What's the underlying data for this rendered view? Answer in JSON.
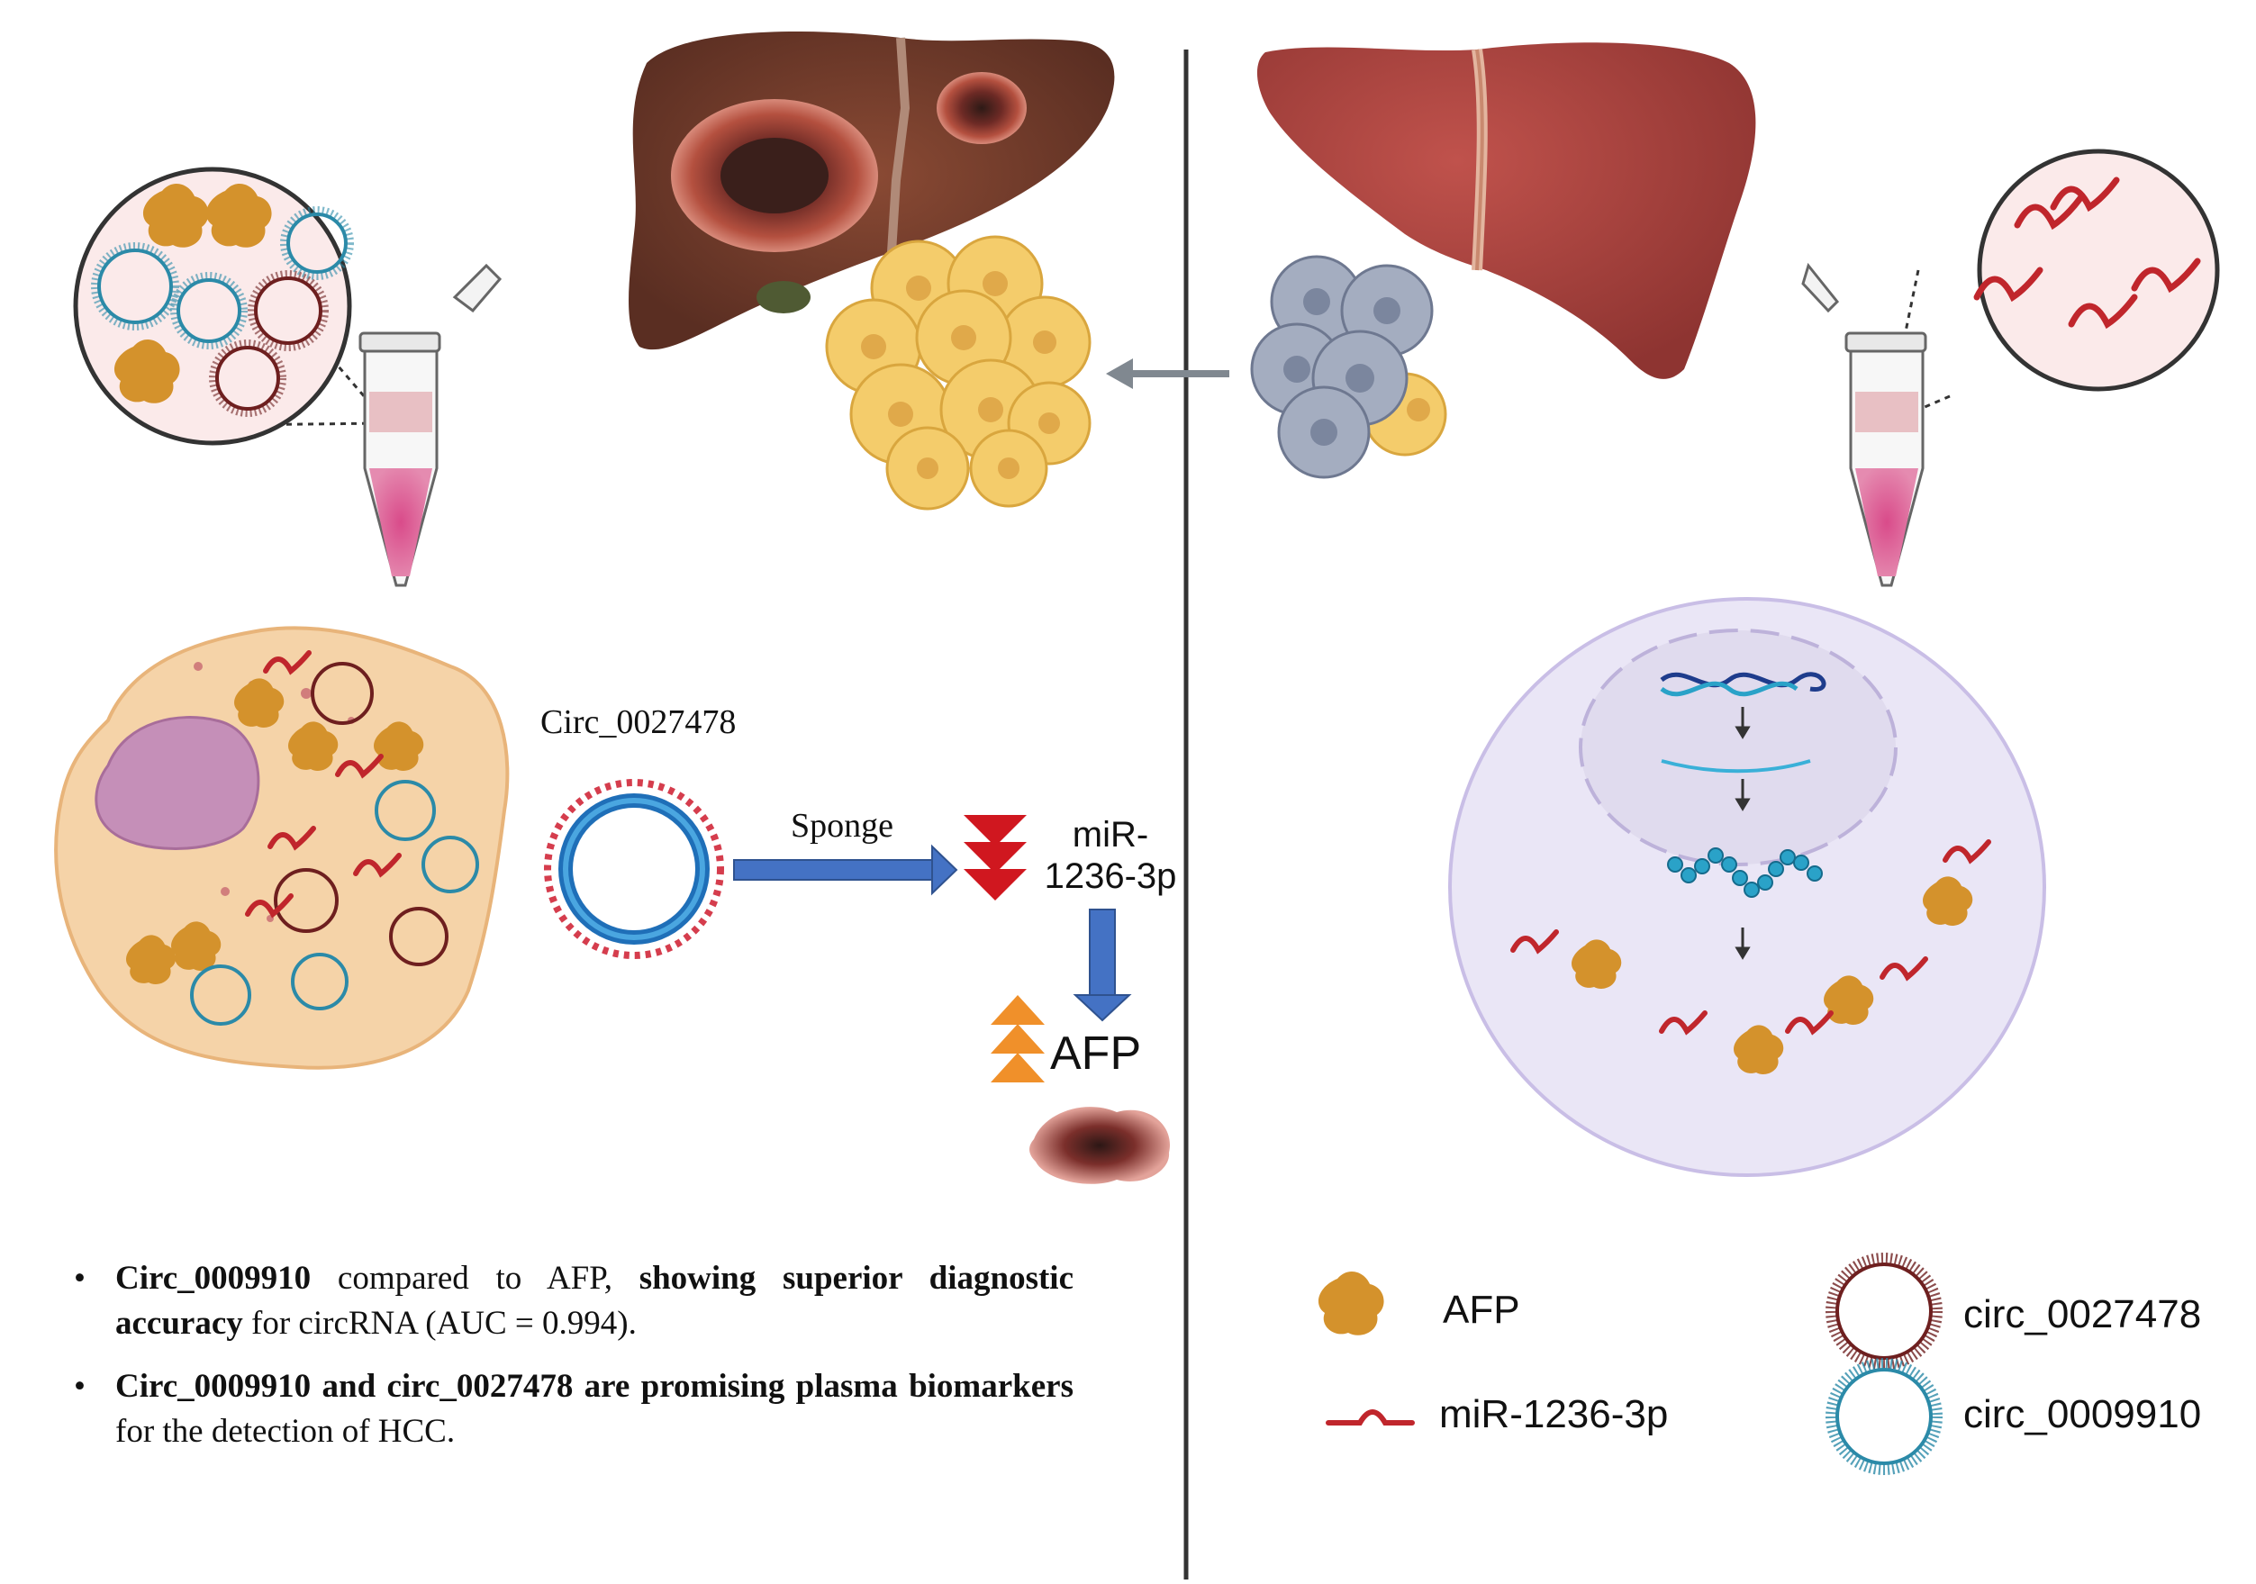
{
  "labels": {
    "circ_title": "Circ_0027478",
    "sponge": "Sponge",
    "mir": "miR-\n1236-3p",
    "afp_main": "AFP"
  },
  "bullets": [
    {
      "parts": [
        {
          "text": "Circ_0009910",
          "bold": true
        },
        {
          "text": " compared to AFP, ",
          "bold": false
        },
        {
          "text": "showing superior diagnostic accuracy",
          "bold": true
        },
        {
          "text": " for circRNA (AUC = 0.994).",
          "bold": false
        }
      ]
    },
    {
      "parts": [
        {
          "text": "Circ_0009910 and circ_0027478 are promising plasma biomarkers",
          "bold": true
        },
        {
          "text": " for the detection of HCC.",
          "bold": false
        }
      ]
    }
  ],
  "legend": {
    "afp": "AFP",
    "mir": "miR-1236-3p",
    "circ_0027478": "circ_0027478",
    "circ_0009910": "circ_0009910"
  },
  "colors": {
    "afp": "#d4922c",
    "mir": "#c0262c",
    "circ_0027478": "#6e1f1f",
    "circ_0009910": "#2b8aa8",
    "divider": "#333333",
    "liver_healthy": "#a8413f",
    "liver_diseased": "#6b3a2a",
    "tumor_cells": "#f4cc6b",
    "normal_cells": "#8a95ab",
    "arrow_blue": "#4472c4",
    "arrow_red": "#d0171f",
    "arrow_orange": "#f0902a",
    "cytoplasm": "#f5d3a8",
    "nucleus": "#c58fb8",
    "cell_lavender": "#eae6f6"
  },
  "icons": [
    "liver-diseased-icon",
    "liver-healthy-icon",
    "tube-icon",
    "tumor-cell-cluster-icon",
    "normal-cell-cluster-icon",
    "dna-icon",
    "mrna-icon",
    "protein-chain-icon",
    "tumor-icon"
  ]
}
